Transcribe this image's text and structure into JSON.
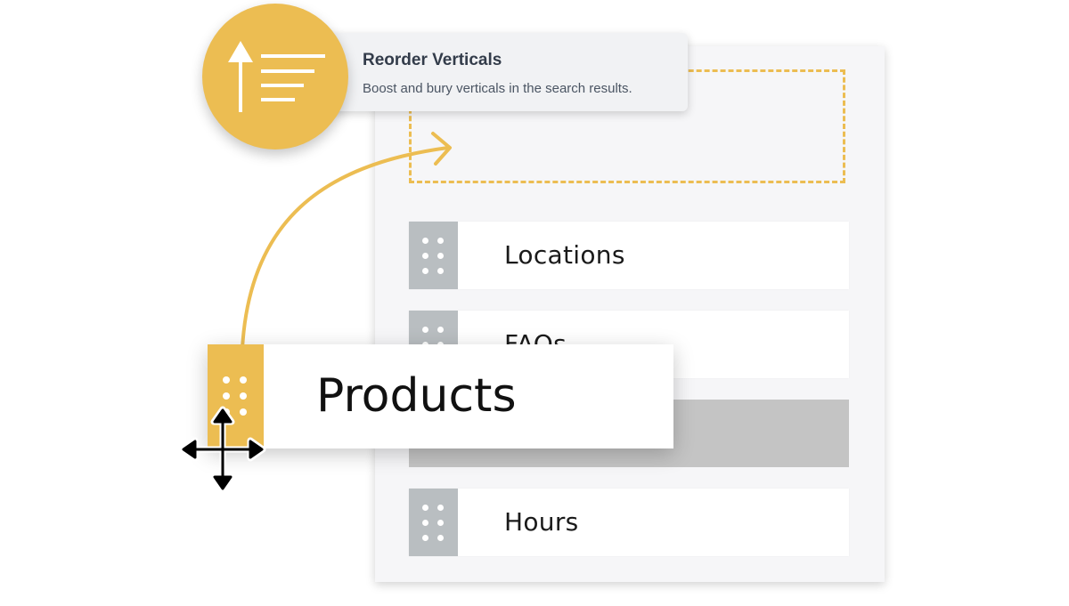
{
  "tooltip": {
    "title": "Reorder Verticals",
    "description": "Boost and bury verticals in the search results."
  },
  "verticals": {
    "dragging": "Products",
    "rows": [
      "Locations",
      "FAQs",
      "",
      "Hours"
    ]
  },
  "colors": {
    "accent": "#ecbd52",
    "handle_gray": "#b9bec1",
    "placeholder_gray": "#c4c4c4",
    "panel_bg": "#f6f6f8"
  },
  "icons": {
    "feature": "reorder-icon",
    "arc": "curved-arrow-icon",
    "cursor": "move-cursor-icon",
    "handle": "drag-handle-icon"
  }
}
